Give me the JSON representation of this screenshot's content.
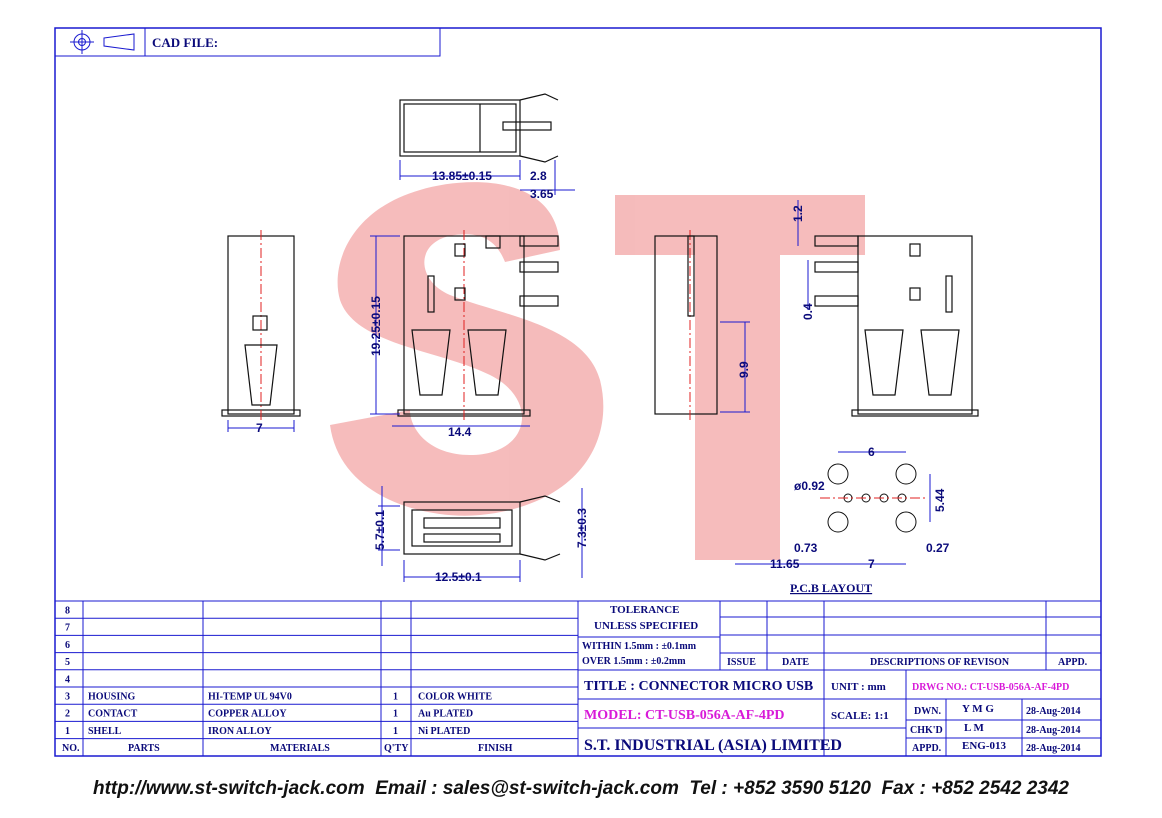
{
  "header": {
    "cad_file_label": "CAD FILE:"
  },
  "watermark": {
    "text": "ST"
  },
  "dimensions": {
    "top_width": "13.85±0.15",
    "top_tab": "2.8",
    "top_tab2": "3.65",
    "height": "19.25±0.15",
    "side_width": "7",
    "front_width": "14.4",
    "pin_gap_top": "1.2",
    "pin_gap_mid": "0.4",
    "pin_height": "9.9",
    "bottom_height": "5.7±0.1",
    "bottom_height2": "7.3±0.3",
    "bottom_width": "12.5±0.1",
    "pcb_width": "6",
    "pcb_dia": "ø0.92",
    "pcb_height": "5.44",
    "pcb_left": "0.73",
    "pcb_right": "0.27",
    "pcb_offset": "11.65",
    "pcb_span": "7"
  },
  "pcb_layout_label": "P.C.B LAYOUT",
  "tolerance": {
    "title1": "TOLERANCE",
    "title2": "UNLESS   SPECIFIED",
    "within": "WITHIN  1.5mm  : ±0.1mm",
    "over": "OVER    1.5mm  : ±0.2mm"
  },
  "revision_header": {
    "issue": "ISSUE",
    "date": "DATE",
    "desc": "DESCRIPTIONS  OF  REVISON",
    "appd": "APPD."
  },
  "bom": {
    "row_numbers": [
      "8",
      "7",
      "6",
      "5",
      "4"
    ],
    "rows": [
      {
        "no": "3",
        "part": "HOUSING",
        "material": "HI-TEMP UL 94V0",
        "qty": "1",
        "finish": "COLOR WHITE"
      },
      {
        "no": "2",
        "part": "CONTACT",
        "material": "COPPER ALLOY",
        "qty": "1",
        "finish": "Au PLATED"
      },
      {
        "no": "1",
        "part": "SHELL",
        "material": "IRON ALLOY",
        "qty": "1",
        "finish": "Ni PLATED"
      }
    ],
    "headers": {
      "no": "NO.",
      "parts": "PARTS",
      "materials": "MATERIALS",
      "qty": "Q'TY",
      "finish": "FINISH"
    }
  },
  "title_block": {
    "title": "TITLE : CONNECTOR MICRO USB",
    "model": "MODEL: CT-USB-056A-AF-4PD",
    "company": "S.T.  INDUSTRIAL  (ASIA)  LIMITED",
    "unit": "UNIT :   mm",
    "scale": "SCALE:  1:1",
    "drwg": "DRWG NO.: CT-USB-056A-AF-4PD",
    "dwn_label": "DWN.",
    "dwn_value": "Y M G",
    "dwn_date": "28-Aug-2014",
    "chkd_label": "CHK'D",
    "chkd_value": "L M",
    "chkd_date": "28-Aug-2014",
    "appd_label": "APPD.",
    "appd_value": "ENG-013",
    "appd_date": "28-Aug-2014"
  },
  "footer": {
    "text": "http://www.st-switch-jack.com  Email : sales@st-switch-jack.com  Tel : +852 3590 5120  Fax : +852 2542 2342"
  },
  "colors": {
    "frame": "#1a1ad0",
    "text": "#0a0a7a",
    "watermark": "#f2a0a0",
    "magenta": "#d81ad8"
  }
}
